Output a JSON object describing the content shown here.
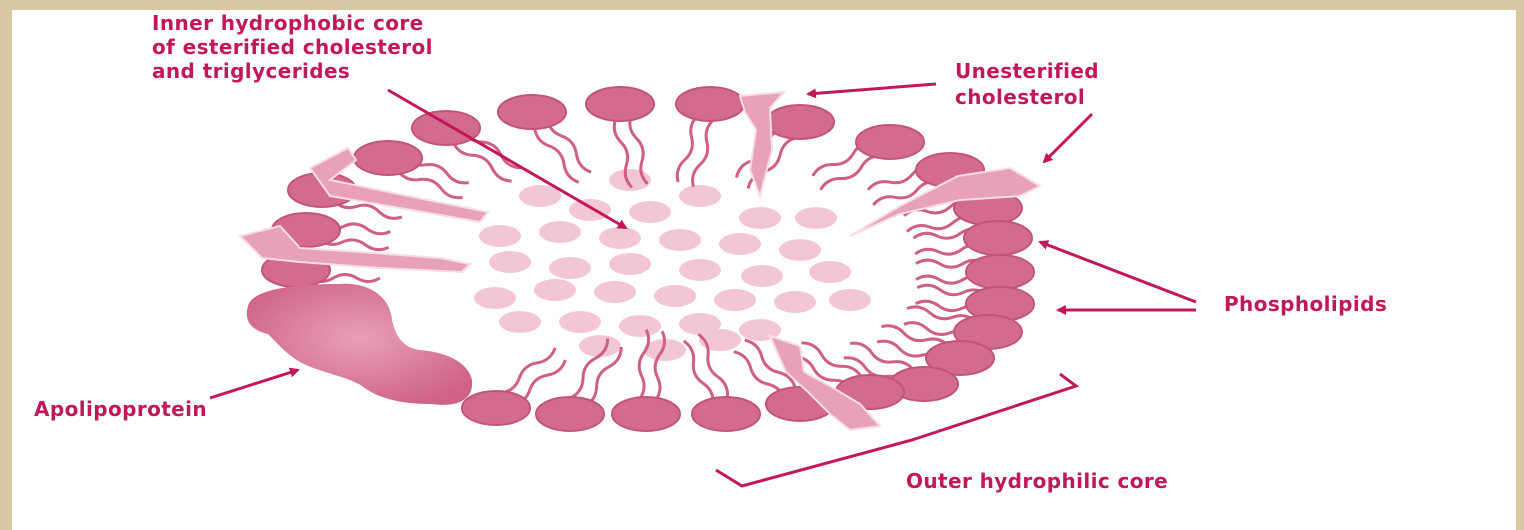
{
  "labels": {
    "core_line1": "Inner hydrophobic  core",
    "core_line2": "of esterified cholesterol",
    "core_line3": "and triglycerides",
    "unesterified_line1": "Unesterified",
    "unesterified_line2": "cholesterol",
    "phospholipids": "Phospholipids",
    "apolipoprotein": "Apolipoprotein",
    "outer_core": "Outer hydrophilic core"
  },
  "colors": {
    "label_text": "#c2185b",
    "arrow": "#c2185b",
    "phospholipid_head": "#d36b8c",
    "phospholipid_head_stroke": "#c25478",
    "lipid_core_circle": "#f3c6d3",
    "tail": "#cf5f84",
    "apolipoprotein": "#d87898",
    "cholesterol_shape": "#e7a2b8",
    "frame": "#d9c7a4"
  }
}
